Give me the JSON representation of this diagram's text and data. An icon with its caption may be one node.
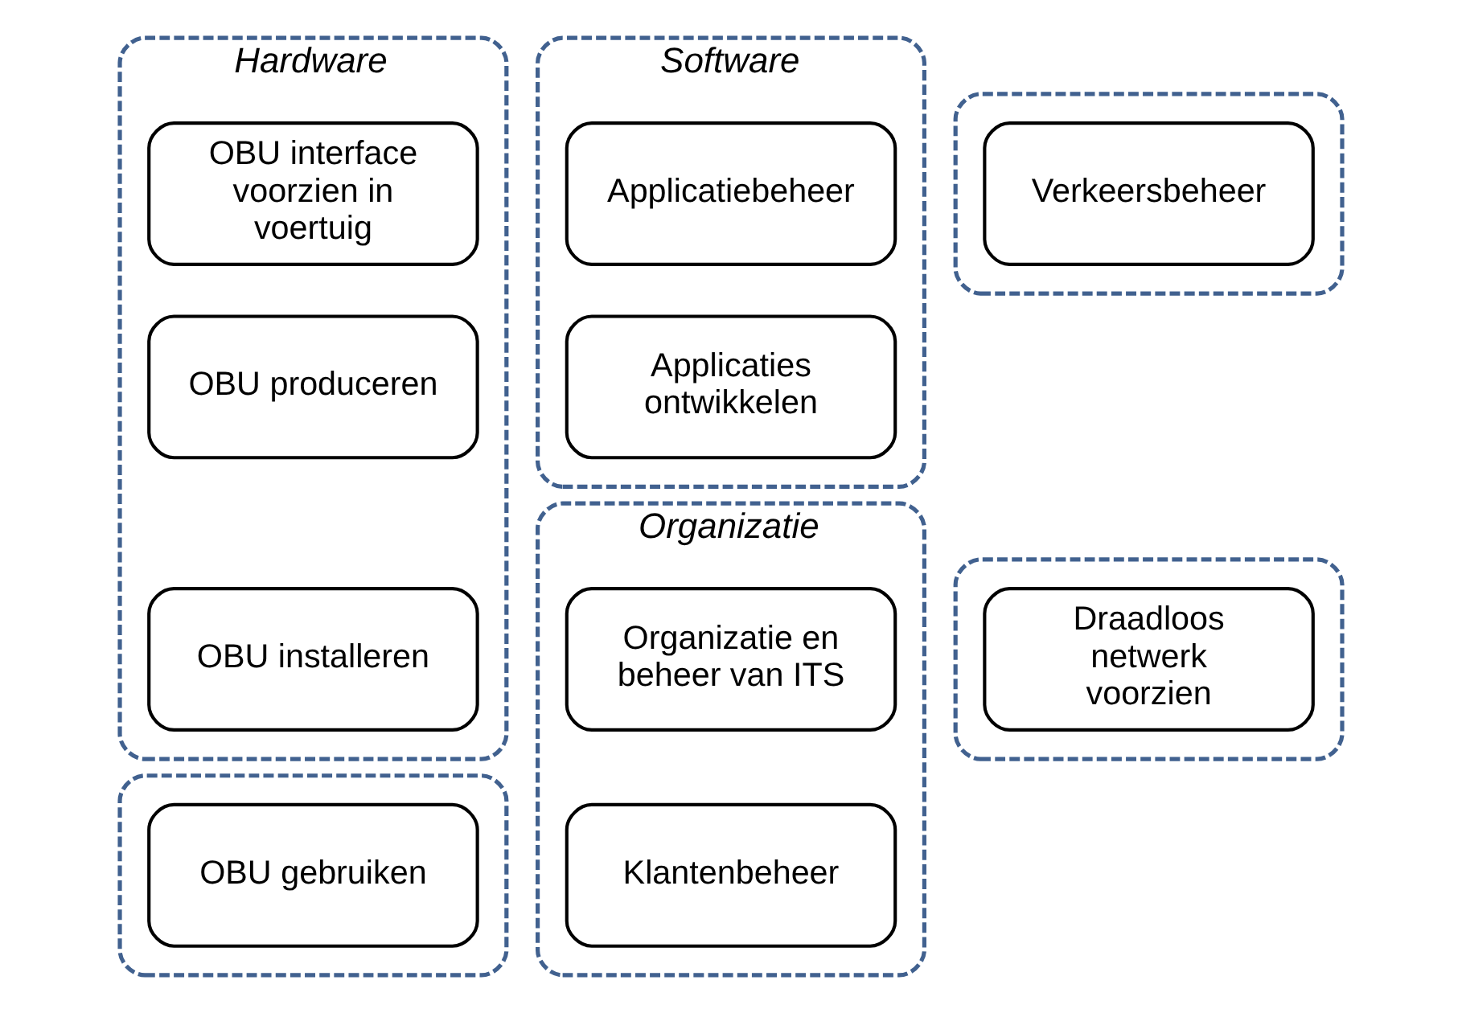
{
  "diagram": {
    "nodes": [
      {
        "text": [
          "Hardware"
        ]
      },
      {
        "text": [
          "OBU interface voorzien in voertuig"
        ],
        "in": 0
      },
      {
        "text": [
          "OBU produceren"
        ],
        "in": 0
      },
      {
        "text": [
          "OBU installeren"
        ],
        "in": 0
      },
      {
        "text": [
          "Software"
        ]
      },
      {
        "text": [
          "Applicatiebeheer"
        ],
        "in": 4
      },
      {
        "text": [
          "Applicaties ontwikkelen"
        ],
        "in": 4
      },
      {
        "text": [],
        "shape": "box"
      },
      {
        "text": [
          "Verkeersbeheer"
        ],
        "in": 7
      },
      {
        "text": [
          "Organizatie"
        ]
      },
      {
        "text": [
          "Organizatie en beheer van ITS"
        ],
        "in": 9
      },
      {
        "text": [
          "Klantenbeheer"
        ],
        "in": 9
      },
      {
        "text": [],
        "shape": "box"
      },
      {
        "text": [
          "Draadloos netwerk voorzien"
        ],
        "in": 12
      },
      {
        "text": [],
        "shape": "box"
      },
      {
        "text": [
          "OBU gebruiken"
        ],
        "in": 14
      }
    ],
    "edges": []
  }
}
